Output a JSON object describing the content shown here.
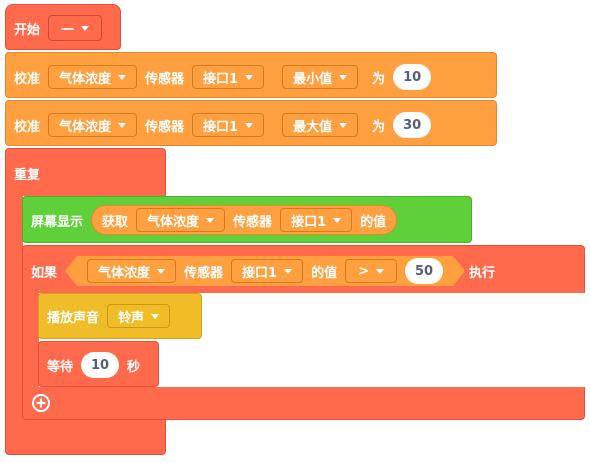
{
  "start": {
    "label": "开始",
    "dropdown": "一"
  },
  "calibrate": [
    {
      "label": "校准",
      "sensor_type": "气体浓度",
      "sensor_word": "传感器",
      "port": "接口1",
      "bound": "最小值",
      "as_word": "为",
      "value": "10"
    },
    {
      "label": "校准",
      "sensor_type": "气体浓度",
      "sensor_word": "传感器",
      "port": "接口1",
      "bound": "最大值",
      "as_word": "为",
      "value": "30"
    }
  ],
  "repeat": {
    "label": "重复"
  },
  "display": {
    "label": "屏幕显示",
    "reporter": {
      "label": "获取",
      "sensor_type": "气体浓度",
      "sensor_word": "传感器",
      "port": "接口1",
      "suffix": "的值"
    }
  },
  "if_block": {
    "label": "如果",
    "sensor_type": "气体浓度",
    "sensor_word": "传感器",
    "port": "接口1",
    "suffix": "的值",
    "operator": ">",
    "value": "50",
    "then_label": "执行"
  },
  "sound": {
    "label": "播放声音",
    "dropdown": "铃声"
  },
  "wait": {
    "label": "等待",
    "value": "10",
    "unit": "秒"
  },
  "colors": {
    "red": "#ff6a4d",
    "orange": "#ffa040",
    "green": "#5fcf3a",
    "yellow": "#efbd28"
  },
  "icons": {
    "add": "plus-circle-icon",
    "dropdown": "caret-down-icon"
  }
}
